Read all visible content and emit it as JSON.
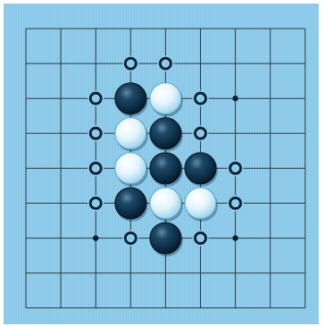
{
  "board": {
    "size": 8,
    "background_color": "#8ccbeb",
    "line_color": "#2a3a44",
    "black_stone_color": "#0d2e46",
    "white_stone_color": "#e6f6ff",
    "marker_color": "#0a1e2e",
    "stones": [
      {
        "color": "black",
        "col": 3,
        "row": 2
      },
      {
        "color": "white",
        "col": 4,
        "row": 2
      },
      {
        "color": "white",
        "col": 3,
        "row": 3
      },
      {
        "color": "black",
        "col": 4,
        "row": 3
      },
      {
        "color": "white",
        "col": 3,
        "row": 4
      },
      {
        "color": "black",
        "col": 4,
        "row": 4
      },
      {
        "color": "black",
        "col": 5,
        "row": 4
      },
      {
        "color": "black",
        "col": 3,
        "row": 5
      },
      {
        "color": "white",
        "col": 4,
        "row": 5
      },
      {
        "color": "white",
        "col": 5,
        "row": 5
      },
      {
        "color": "black",
        "col": 4,
        "row": 6
      }
    ],
    "open_circle_markers": [
      {
        "col": 3,
        "row": 1
      },
      {
        "col": 4,
        "row": 1
      },
      {
        "col": 2,
        "row": 2
      },
      {
        "col": 5,
        "row": 2
      },
      {
        "col": 2,
        "row": 3
      },
      {
        "col": 5,
        "row": 3
      },
      {
        "col": 2,
        "row": 4
      },
      {
        "col": 6,
        "row": 4
      },
      {
        "col": 2,
        "row": 5
      },
      {
        "col": 6,
        "row": 5
      },
      {
        "col": 3,
        "row": 6
      },
      {
        "col": 5,
        "row": 6
      }
    ],
    "star_points": [
      {
        "col": 6,
        "row": 2
      },
      {
        "col": 2,
        "row": 6
      },
      {
        "col": 6,
        "row": 6
      }
    ]
  }
}
